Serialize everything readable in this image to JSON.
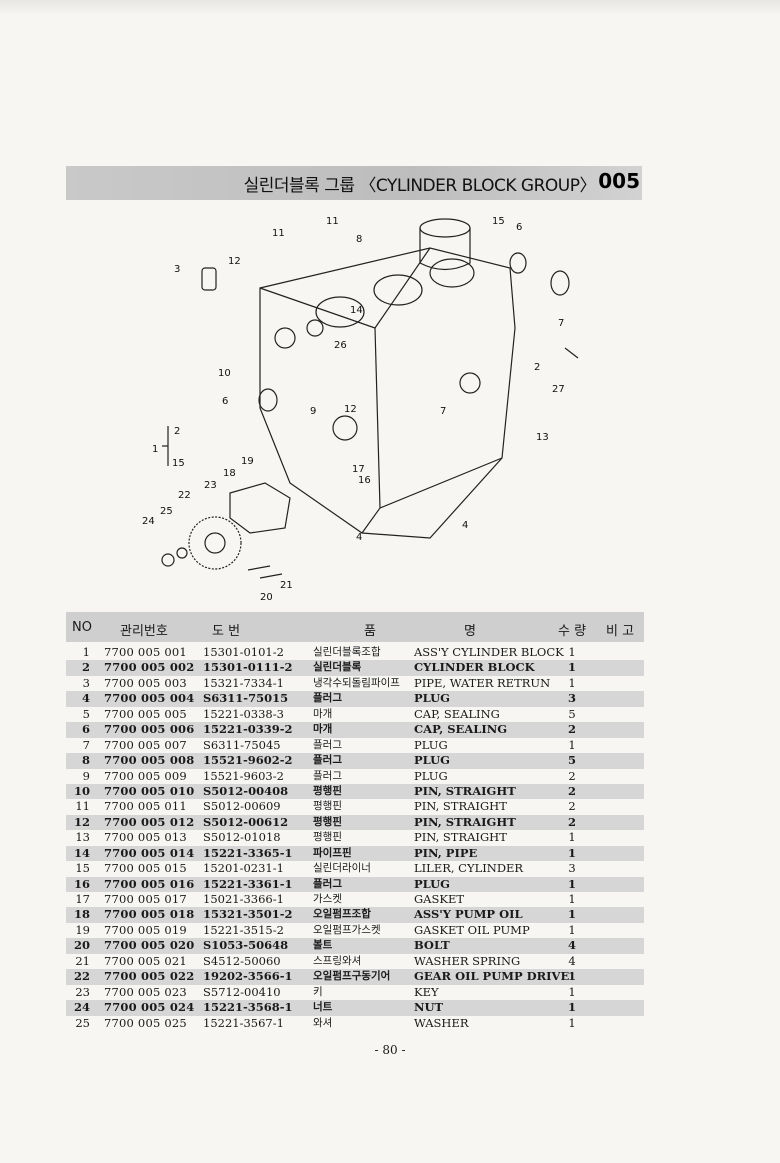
{
  "header": {
    "title": "실린더블록 그룹 〈CYLINDER BLOCK GROUP〉",
    "code": "005"
  },
  "diagram": {
    "callouts": [
      "11",
      "15",
      "6",
      "12",
      "8",
      "11",
      "3",
      "14",
      "7",
      "26",
      "2",
      "10",
      "27",
      "6",
      "9",
      "12",
      "7",
      "13",
      "2",
      "1",
      "15",
      "18",
      "19",
      "17",
      "23",
      "16",
      "22",
      "4",
      "25",
      "24",
      "4",
      "21",
      "20"
    ]
  },
  "table": {
    "columns": {
      "no": "NO",
      "mgmt": "관리번호",
      "dwg": "도 번",
      "name_kr": "품",
      "name_en": "명",
      "qty": "수 량",
      "note": "비 고"
    },
    "rows": [
      {
        "no": "1",
        "mgmt": "7700 005 001",
        "dwg": "15301-0101-2",
        "kr": "실린더블록조합",
        "en": "ASS'Y CYLINDER BLOCK",
        "qty": "1"
      },
      {
        "no": "2",
        "mgmt": "7700 005 002",
        "dwg": "15301-0111-2",
        "kr": "실린더블록",
        "en": "CYLINDER BLOCK",
        "qty": "1"
      },
      {
        "no": "3",
        "mgmt": "7700 005 003",
        "dwg": "15321-7334-1",
        "kr": "냉각수되돌림파이프",
        "en": "PIPE, WATER RETRUN",
        "qty": "1"
      },
      {
        "no": "4",
        "mgmt": "7700 005 004",
        "dwg": "S6311-75015",
        "kr": "플러그",
        "en": "PLUG",
        "qty": "3"
      },
      {
        "no": "5",
        "mgmt": "7700 005 005",
        "dwg": "15221-0338-3",
        "kr": "마개",
        "en": "CAP, SEALING",
        "qty": "5"
      },
      {
        "no": "6",
        "mgmt": "7700 005 006",
        "dwg": "15221-0339-2",
        "kr": "마개",
        "en": "CAP, SEALING",
        "qty": "2"
      },
      {
        "no": "7",
        "mgmt": "7700 005 007",
        "dwg": "S6311-75045",
        "kr": "플러그",
        "en": "PLUG",
        "qty": "1"
      },
      {
        "no": "8",
        "mgmt": "7700 005 008",
        "dwg": "15521-9602-2",
        "kr": "플러그",
        "en": "PLUG",
        "qty": "5"
      },
      {
        "no": "9",
        "mgmt": "7700 005 009",
        "dwg": "15521-9603-2",
        "kr": "플러그",
        "en": "PLUG",
        "qty": "2"
      },
      {
        "no": "10",
        "mgmt": "7700 005 010",
        "dwg": "S5012-00408",
        "kr": "평행핀",
        "en": "PIN, STRAIGHT",
        "qty": "2"
      },
      {
        "no": "11",
        "mgmt": "7700 005 011",
        "dwg": "S5012-00609",
        "kr": "평행핀",
        "en": "PIN, STRAIGHT",
        "qty": "2"
      },
      {
        "no": "12",
        "mgmt": "7700 005 012",
        "dwg": "S5012-00612",
        "kr": "평행핀",
        "en": "PIN, STRAIGHT",
        "qty": "2"
      },
      {
        "no": "13",
        "mgmt": "7700 005 013",
        "dwg": "S5012-01018",
        "kr": "평행핀",
        "en": "PIN, STRAIGHT",
        "qty": "1"
      },
      {
        "no": "14",
        "mgmt": "7700 005 014",
        "dwg": "15221-3365-1",
        "kr": "파이프핀",
        "en": "PIN, PIPE",
        "qty": "1"
      },
      {
        "no": "15",
        "mgmt": "7700 005 015",
        "dwg": "15201-0231-1",
        "kr": "실린더라이너",
        "en": "LILER, CYLINDER",
        "qty": "3"
      },
      {
        "no": "16",
        "mgmt": "7700 005 016",
        "dwg": "15221-3361-1",
        "kr": "플러그",
        "en": "PLUG",
        "qty": "1"
      },
      {
        "no": "17",
        "mgmt": "7700 005 017",
        "dwg": "15021-3366-1",
        "kr": "가스켓",
        "en": "GASKET",
        "qty": "1"
      },
      {
        "no": "18",
        "mgmt": "7700 005 018",
        "dwg": "15321-3501-2",
        "kr": "오일펌프조합",
        "en": "ASS'Y PUMP OIL",
        "qty": "1"
      },
      {
        "no": "19",
        "mgmt": "7700 005 019",
        "dwg": "15221-3515-2",
        "kr": "오일펌프가스켓",
        "en": "GASKET OIL PUMP",
        "qty": "1"
      },
      {
        "no": "20",
        "mgmt": "7700 005 020",
        "dwg": "S1053-50648",
        "kr": "볼트",
        "en": "BOLT",
        "qty": "4"
      },
      {
        "no": "21",
        "mgmt": "7700 005 021",
        "dwg": "S4512-50060",
        "kr": "스프링와셔",
        "en": "WASHER SPRING",
        "qty": "4"
      },
      {
        "no": "22",
        "mgmt": "7700 005 022",
        "dwg": "19202-3566-1",
        "kr": "오일펌프구동기어",
        "en": "GEAR OIL PUMP DRIVE",
        "qty": "1"
      },
      {
        "no": "23",
        "mgmt": "7700 005 023",
        "dwg": "S5712-00410",
        "kr": "키",
        "en": "KEY",
        "qty": "1"
      },
      {
        "no": "24",
        "mgmt": "7700 005 024",
        "dwg": "15221-3568-1",
        "kr": "너트",
        "en": "NUT",
        "qty": "1"
      },
      {
        "no": "25",
        "mgmt": "7700 005 025",
        "dwg": "15221-3567-1",
        "kr": "와셔",
        "en": "WASHER",
        "qty": "1"
      }
    ]
  },
  "footer": {
    "page": "- 80 -"
  }
}
